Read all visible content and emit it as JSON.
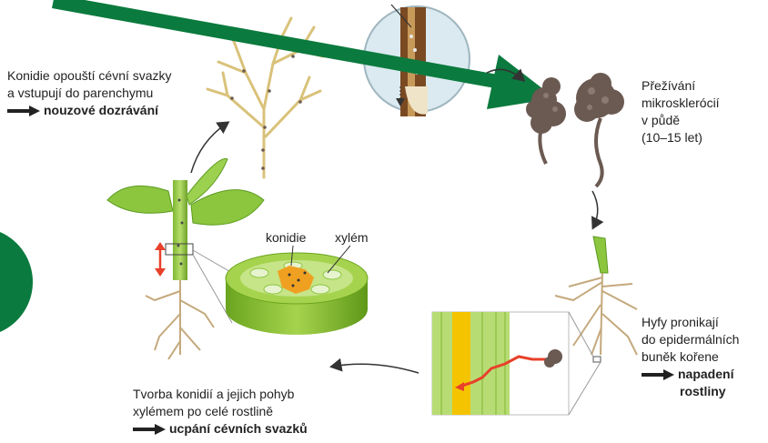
{
  "stages": {
    "conidia_leave": {
      "line1": "Konidie opouští cévní svazky",
      "line2": "a vstupují do parenchymu",
      "result": "nouzové dozrávání"
    },
    "survival": {
      "line1": "Přežívání",
      "line2": "mikrosklerócií",
      "line3": "v půdě",
      "line4": "(10–15 let)"
    },
    "hyphae": {
      "line1": "Hyfy pronikají",
      "line2": "do epidermálních",
      "line3": "buněk kořene",
      "result1": "napadení",
      "result2": "rostliny"
    },
    "conidia_formation": {
      "line1": "Tvorba konidií a jejich pohyb",
      "line2": "xylémem po celé rostlině",
      "result": "ucpání cévních svazků"
    }
  },
  "labels": {
    "konidie": "konidie",
    "xylem": "xylém"
  },
  "colors": {
    "pointer_arrow": "#0b7a3e",
    "stem_green": "#8cc63f",
    "stem_dark": "#5a9a1e",
    "microsclerotia": "#6b5a52",
    "hypha_red": "#e8402a",
    "xylem_yellow": "#f5c400"
  }
}
